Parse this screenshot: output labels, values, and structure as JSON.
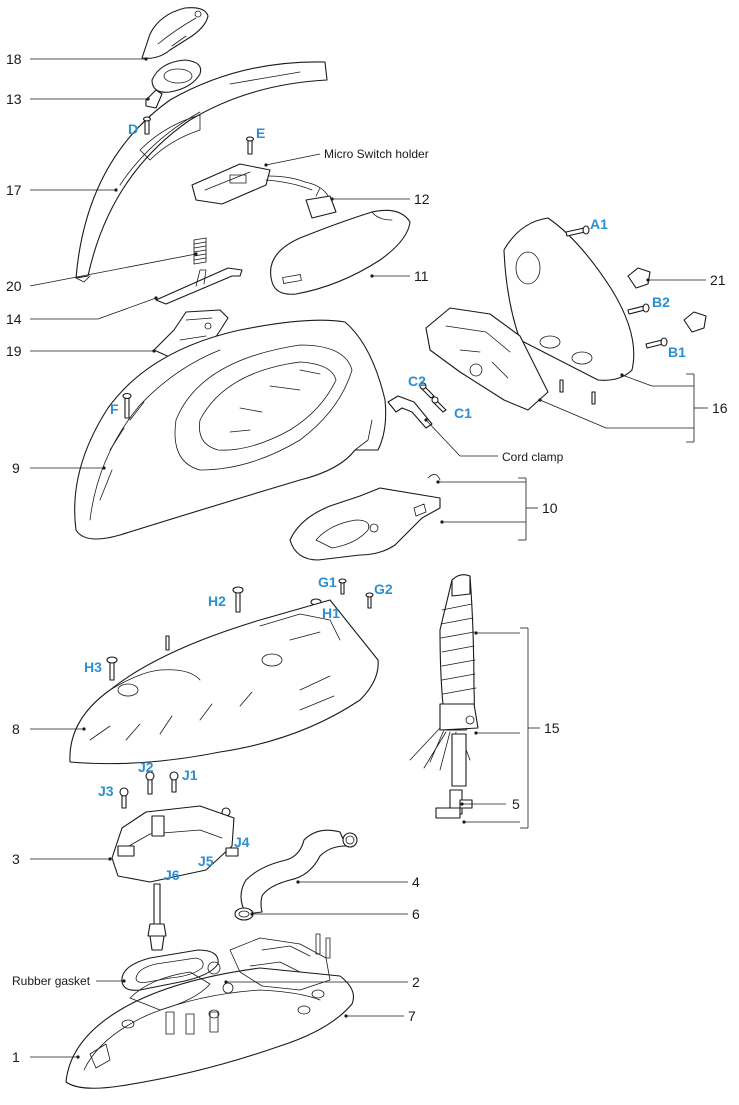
{
  "colors": {
    "line": "#1a1a1a",
    "screw_label": "#2b8fd3",
    "background": "#ffffff"
  },
  "part_numbers": {
    "p1": "1",
    "p2": "2",
    "p3": "3",
    "p4": "4",
    "p5": "5",
    "p6": "6",
    "p7": "7",
    "p8": "8",
    "p9": "9",
    "p10": "10",
    "p11": "11",
    "p12": "12",
    "p13": "13",
    "p14": "14",
    "p15": "15",
    "p16": "16",
    "p17": "17",
    "p18": "18",
    "p19": "19",
    "p20": "20",
    "p21": "21"
  },
  "part_names": {
    "micro_switch_holder": "Micro Switch holder",
    "cord_clamp": "Cord clamp",
    "rubber_gasket": "Rubber gasket"
  },
  "screw_labels": {
    "A1": "A1",
    "B1": "B1",
    "B2": "B2",
    "C1": "C1",
    "C2": "C2",
    "D": "D",
    "E": "E",
    "F": "F",
    "G1": "G1",
    "G2": "G2",
    "H1": "H1",
    "H2": "H2",
    "H3": "H3",
    "J1": "J1",
    "J2": "J2",
    "J3": "J3",
    "J4": "J4",
    "J5": "J5",
    "J6": "J6"
  }
}
